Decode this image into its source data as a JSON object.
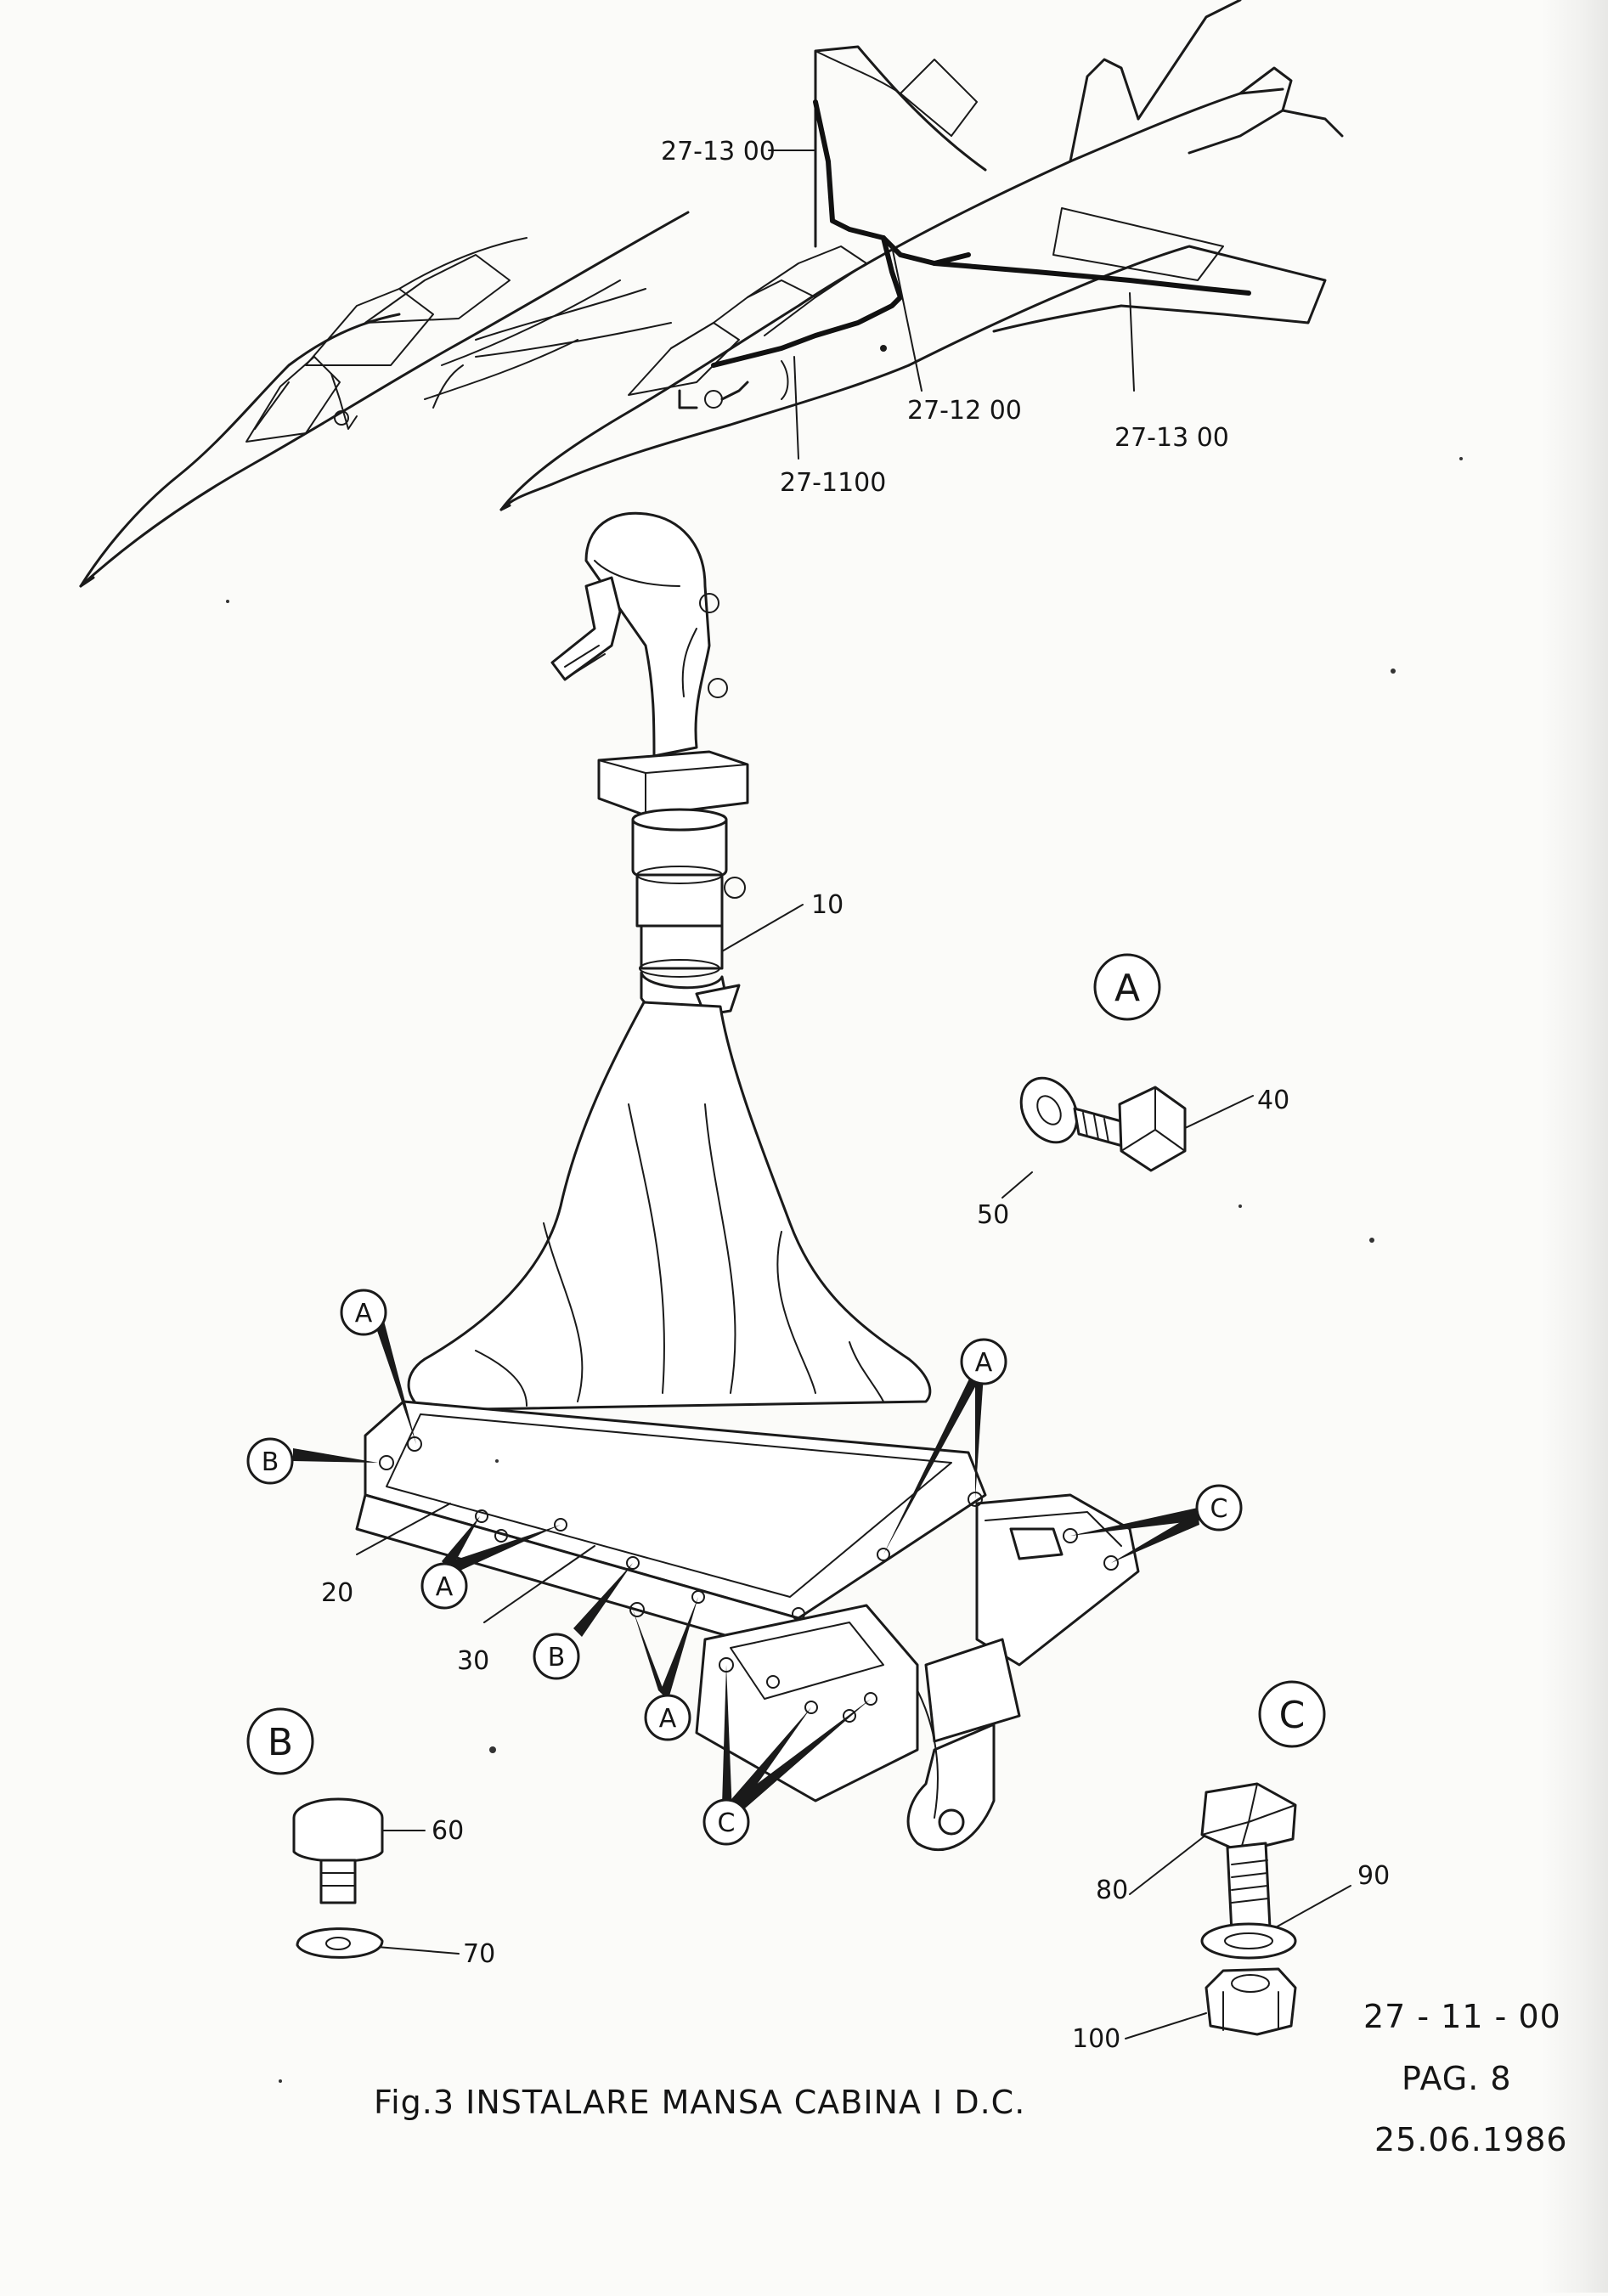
{
  "system_refs": {
    "top_fin": "27-13 00",
    "fuselage": "27-12 00",
    "wing": "27-13 00",
    "cockpit": "27-1100"
  },
  "item_labels": {
    "item_10": "10",
    "item_20": "20",
    "item_30": "30",
    "item_40": "40",
    "item_50": "50",
    "item_60": "60",
    "item_70": "70",
    "item_80": "80",
    "item_90": "90",
    "item_100": "100"
  },
  "detail_markers": {
    "a": "A",
    "b": "B",
    "c": "C"
  },
  "caption": "Fig.3 INSTALARE MANSA CABINA I D.C.",
  "footer": {
    "doc_ref": "27 - 11 - 00",
    "page": "PAG. 8",
    "date": "25.06.1986"
  }
}
